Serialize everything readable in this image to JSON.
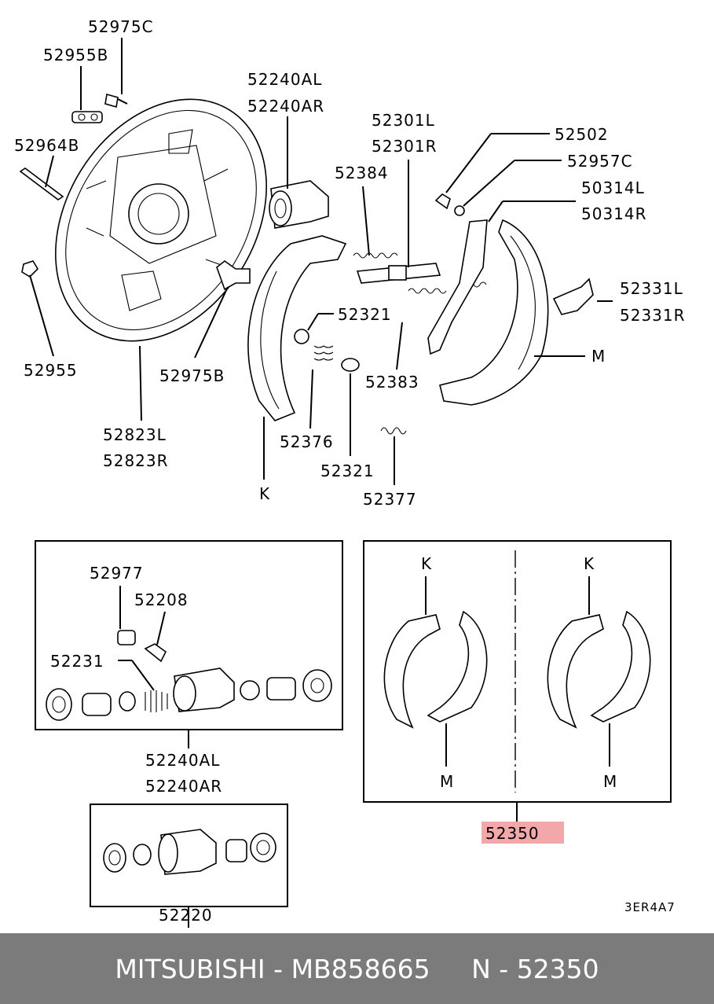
{
  "labels": {
    "p52975C": "52975C",
    "p52955B": "52955B",
    "p52240AL_top": "52240AL",
    "p52240AR_top": "52240AR",
    "p52301L": "52301L",
    "p52301R": "52301R",
    "p52502": "52502",
    "p52957C": "52957C",
    "p50314L": "50314L",
    "p50314R": "50314R",
    "p52964B": "52964B",
    "p52384": "52384",
    "p52331L": "52331L",
    "p52331R": "52331R",
    "p52321_a": "52321",
    "p52955": "52955",
    "p52975B": "52975B",
    "p52383": "52383",
    "M_main": "M",
    "p52823L": "52823L",
    "p52823R": "52823R",
    "p52376": "52376",
    "p52321_b": "52321",
    "K_main": "K",
    "p52377": "52377",
    "p52977": "52977",
    "p52208": "52208",
    "p52231": "52231",
    "p52240AL_bot": "52240AL",
    "p52240AR_bot": "52240AR",
    "p52220": "52220",
    "K_left": "K",
    "K_right": "K",
    "M_left": "M",
    "M_right": "M",
    "p52350": "52350",
    "diagram_code": "3ER4A7"
  },
  "highlight_color": "#f2a8a8",
  "footer": {
    "brand": "MITSUBISHI",
    "sep1": " - ",
    "part_number": "MB858665",
    "gap": "     ",
    "n_label": "N",
    "sep2": " - ",
    "n_value": "52350"
  }
}
